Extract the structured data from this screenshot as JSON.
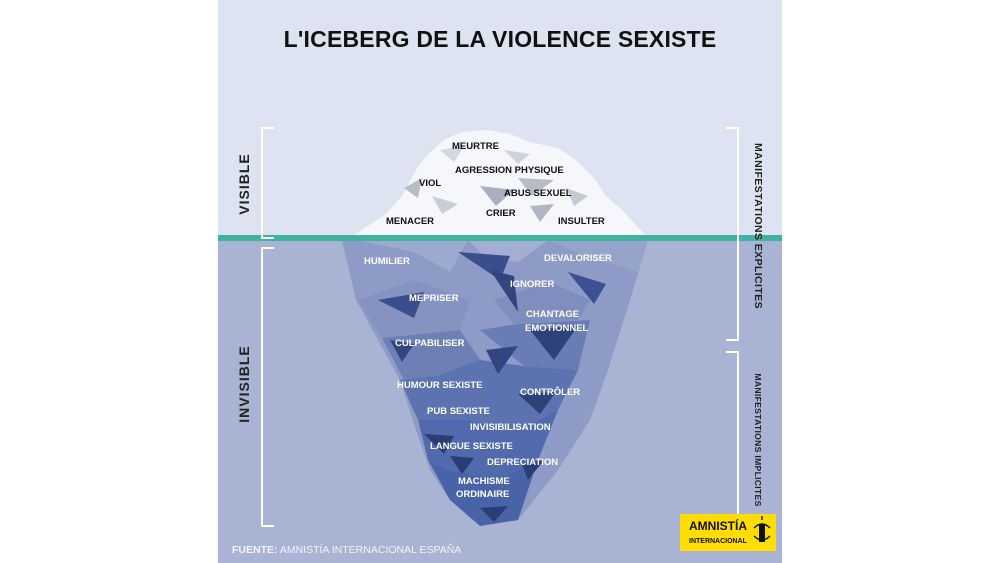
{
  "title": "L'ICEBERG DE LA VIOLENCE SEXISTE",
  "sections": {
    "visible": "VISIBLE",
    "invisible": "INVISIBLE",
    "explicit": "MANIFESTATIONS EXPLICITES",
    "implicit": "MANIFESTATIONS IMPLICITES"
  },
  "visible_items": {
    "meurtre": "MEURTRE",
    "agression": "AGRESSION PHYSIQUE",
    "viol": "VIOL",
    "abus": "ABUS SEXUEL",
    "menacer": "MENACER",
    "crier": "CRIER",
    "insulter": "INSULTER"
  },
  "invisible_items": {
    "humilier": "HUMILIER",
    "devaloriser": "DEVALORISER",
    "ignorer": "IGNORER",
    "mepriser": "MEPRISER",
    "chantage_1": "CHANTAGE",
    "chantage_2": "EMOTIONNEL",
    "culpabiliser": "CULPABILISER",
    "humour": "HUMOUR SEXISTE",
    "controler": "CONTRÔLER",
    "pub": "PUB SEXISTE",
    "invisibilisation": "INVISIBILISATION",
    "langue": "LANGUE SEXISTE",
    "depreciation": "DEPRECIATION",
    "machisme_1": "MACHISME",
    "machisme_2": "ORDINAIRE"
  },
  "source": {
    "prefix": "FUENTE:",
    "text": "AMNISTÍA INTERNACIONAL ESPAÑA"
  },
  "logo": {
    "line1": "AMNISTÍA",
    "line2": "INTERNACIONAL"
  },
  "colors": {
    "sky": "#dde3f1",
    "water": "#a9b3d3",
    "waterline": "#3fb3a0",
    "logo": "#ffdd00"
  }
}
